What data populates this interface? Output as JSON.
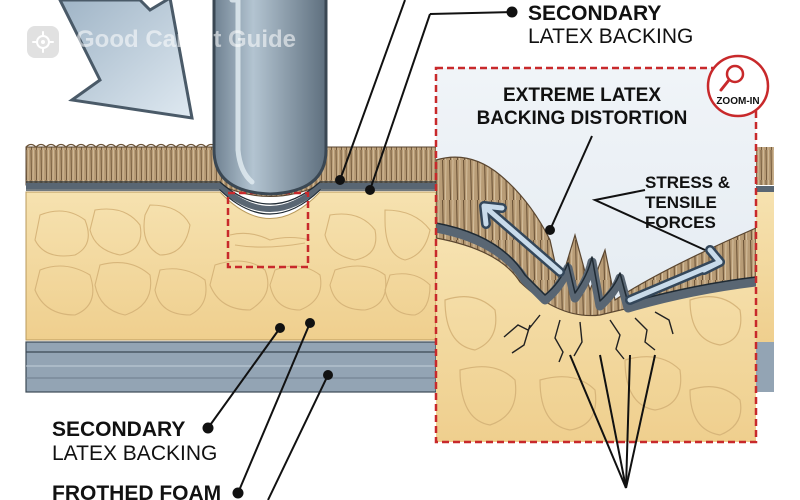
{
  "watermark": {
    "text": "Good Carpet Guide"
  },
  "labels": {
    "secondary_top_line1": "SECONDARY",
    "secondary_top_line2": "LATEX BACKING",
    "secondary_left_line1": "SECONDARY",
    "secondary_left_line2": "LATEX BACKING",
    "frothed_foam": "FROTHED FOAM",
    "distortion_line1": "EXTREME LATEX",
    "distortion_line2": "BACKING DISTORTION",
    "stress_line1": "STRESS &",
    "stress_line2": "TENSILE",
    "stress_line3": "FORCES",
    "zoom_in": "ZOOM-IN"
  },
  "icons": {
    "magnifier": "magnifier-icon",
    "arrow": "large-arrow-icon",
    "watermark_logo": "cog-logo-icon"
  },
  "colors": {
    "pile": "#b69a75",
    "foam": "#f1d69d",
    "backing": "#596673",
    "base": "#8fa1b2",
    "accent_red": "#c8292b",
    "tip": "#8da0af"
  }
}
